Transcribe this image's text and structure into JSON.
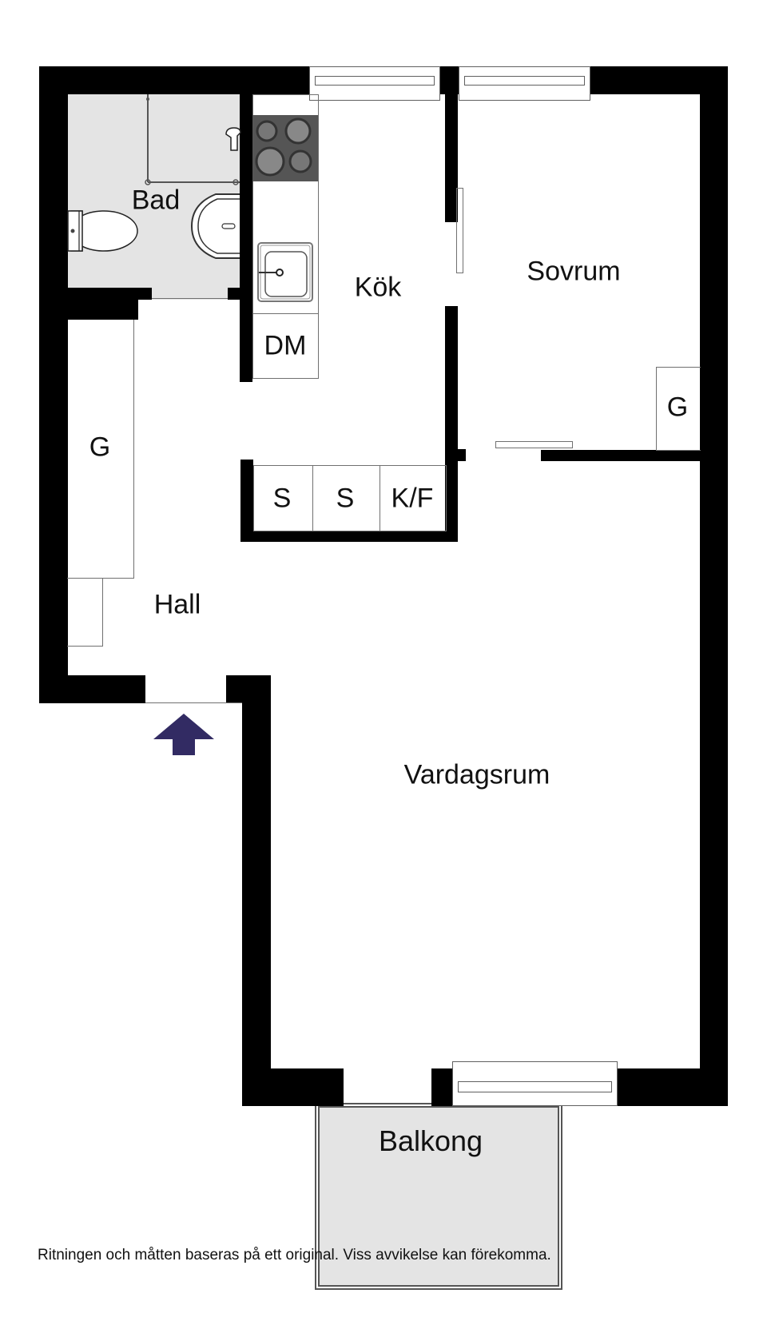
{
  "plan": {
    "rooms": [
      {
        "id": "bad",
        "label": "Bad"
      },
      {
        "id": "kok",
        "label": "Kök"
      },
      {
        "id": "sovrum",
        "label": "Sovrum"
      },
      {
        "id": "hall",
        "label": "Hall"
      },
      {
        "id": "vardagsrum",
        "label": "Vardagsrum"
      },
      {
        "id": "balkong",
        "label": "Balkong"
      }
    ],
    "fixtures": {
      "dishwasher": "DM",
      "hall_wardrobe": "G",
      "bedroom_wardrobe": "G",
      "cabinet_1": "S",
      "cabinet_2": "S",
      "fridge_freezer": "K/F"
    },
    "entrance_arrow_color": "#322b63",
    "bathroom_floor_color": "#e4e4e4",
    "balcony_floor_color": "#e4e4e4",
    "stove_color": "#555555"
  },
  "footer": {
    "disclaimer": "Ritningen och måtten baseras på ett original. Viss avvikelse kan förekomma."
  }
}
